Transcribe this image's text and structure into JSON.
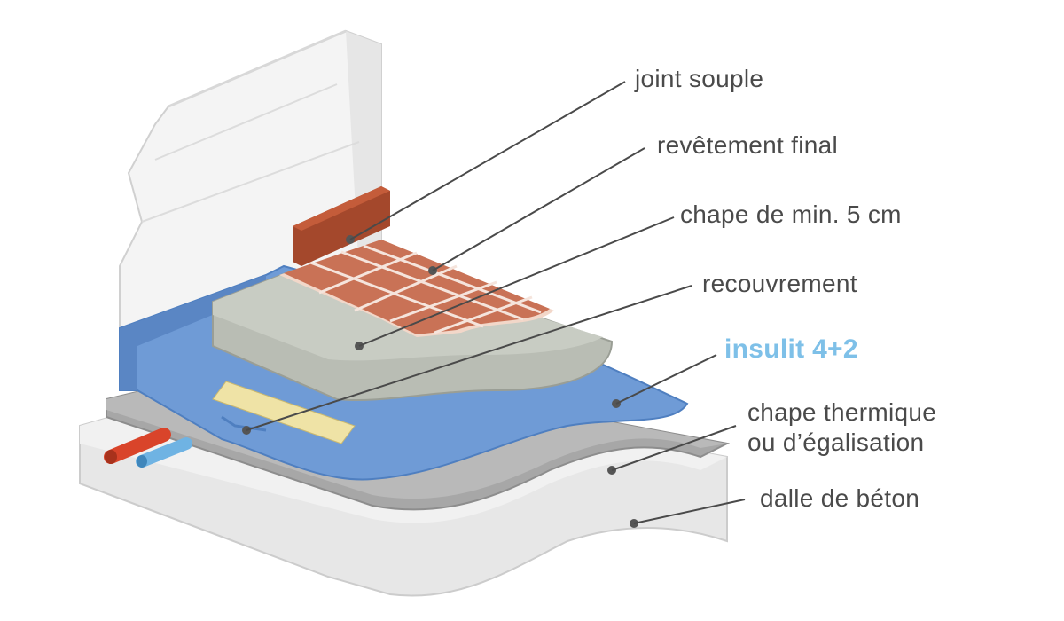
{
  "diagram": {
    "labels": {
      "joint_souple": "joint souple",
      "revetement_final": "revêtement final",
      "chape_min": "chape de min. 5 cm",
      "recouvrement": "recouvrement",
      "insulit": "insulit 4+2",
      "chape_thermique_line1": "chape thermique",
      "chape_thermique_line2": "ou d’égalisation",
      "dalle_beton": "dalle de béton"
    },
    "colors": {
      "membrane_blue": "#6f9bd6",
      "highlight_label": "#7ec0e8",
      "tile": "#c97256",
      "skirting": "#a4482c",
      "screed": "#b9bdb4",
      "thermal_screed": "#a7a7a7",
      "concrete": "#e7e7e7",
      "pipe_red": "#d9442a",
      "pipe_blue": "#6fb3e3",
      "leader_line": "#4a4a4a"
    }
  }
}
